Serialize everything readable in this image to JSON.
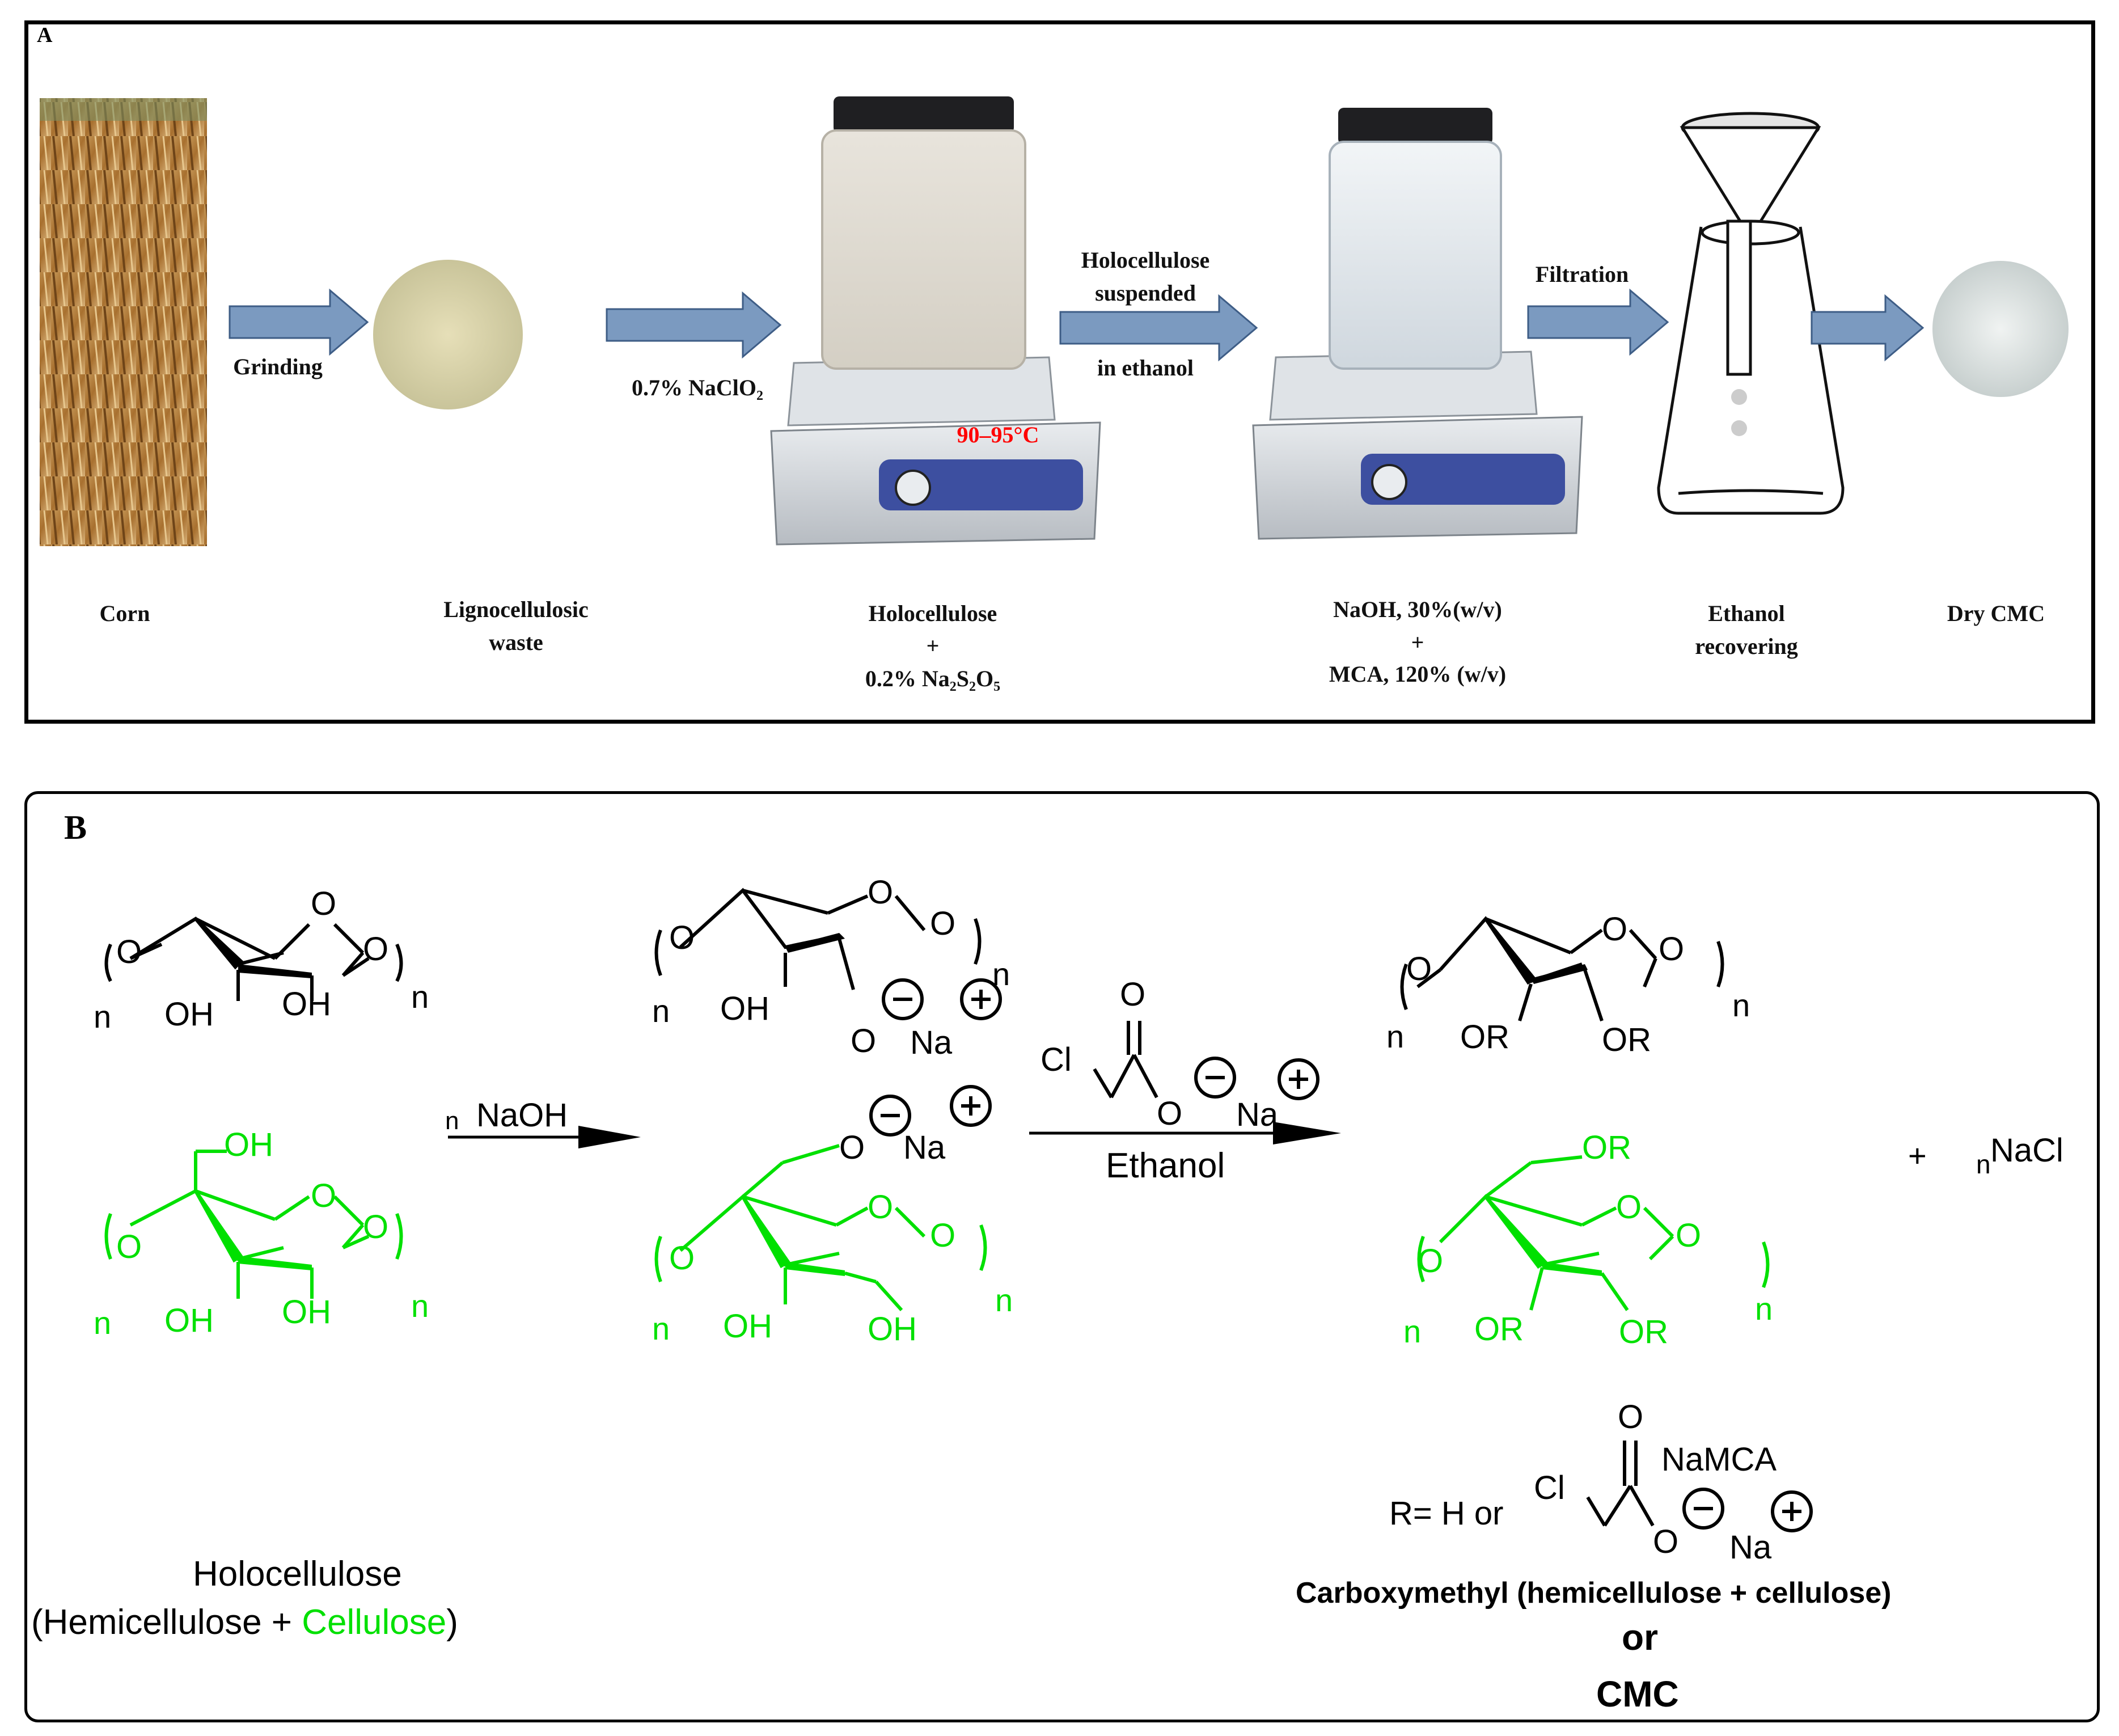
{
  "panel_a": {
    "label": "A",
    "steps": {
      "corn": "Corn",
      "lignocellulosic_line1": "Lignocellulosic",
      "lignocellulosic_line2": "waste",
      "holocellulose": "Holocellulose",
      "plus1": "+",
      "na2s2o5": "0.2% Na₂S₂O₅",
      "naoh": "NaOH, 30%(w/v)",
      "plus2": "+",
      "mca": "MCA, 120% (w/v)",
      "ethanol_line1": "Ethanol",
      "ethanol_line2": "recovering",
      "dry_cmc": "Dry CMC"
    },
    "arrows": {
      "grinding": "Grinding",
      "naclo2": "0.7% NaClO₂",
      "suspended_line1": "Holocellulose",
      "suspended_line2": "suspended",
      "suspended_line3": "in ethanol",
      "filtration": "Filtration"
    },
    "temperature": "90–95°C",
    "colors": {
      "arrow_fill": "#7b9ac0",
      "arrow_stroke": "#3e5d86",
      "temperature": "#ff0000"
    }
  },
  "panel_b": {
    "label": "B",
    "reagent1": "n NaOH",
    "reagent2_below": "Ethanol",
    "byproduct_plus": "+",
    "byproduct_n": "n",
    "byproduct": "NaCl",
    "atom_o": "O",
    "atom_oh": "OH",
    "atom_or": "OR",
    "atom_n": "n",
    "atom_na": "Na",
    "atom_cl": "Cl",
    "minus": "−",
    "plus_charge": "+",
    "r_def_prefix": "R= H or",
    "namca": "NaMCA",
    "holocellulose": "Holocellulose",
    "hemi_open": "(Hemicellulose + ",
    "cellulose": "Cellulose",
    "close_paren": ")",
    "product_name": "Carboxymethyl (hemicellulose  + cellulose)",
    "or_word": "or",
    "cmc": "CMC",
    "colors": {
      "cellulose": "#00e000",
      "hemicellulose": "#000000"
    }
  }
}
